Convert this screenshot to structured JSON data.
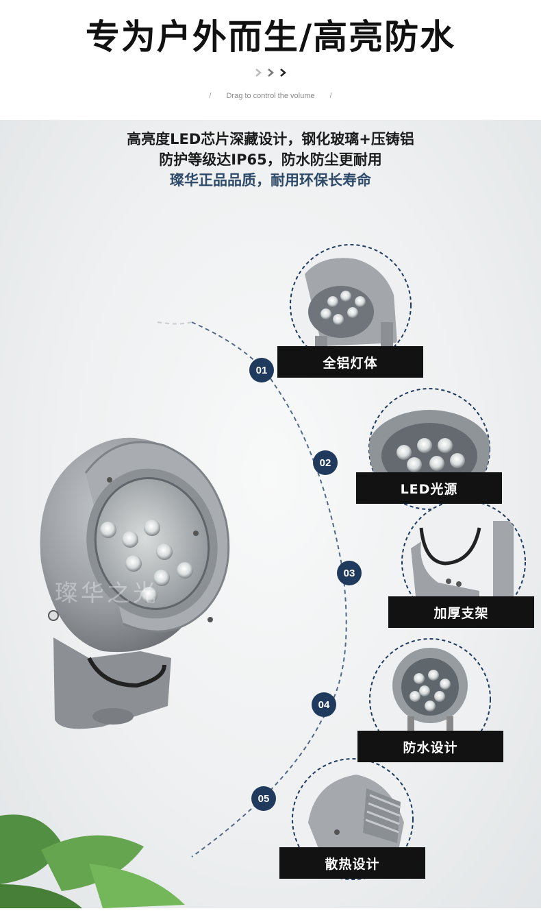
{
  "header": {
    "title": "专为户外而生/高亮防水",
    "chevrons": "› › ›",
    "drag_hint": "Drag  to control the  volume",
    "slash": "/"
  },
  "description": {
    "line1": "高亮度LED芯片深藏设计，钢化玻璃+压铸铝",
    "line2": "防护等级达IP65，防水防尘更耐用",
    "line3": "璨华正品品质，耐用环保长寿命"
  },
  "watermark": "璨华之光",
  "features": [
    {
      "number": "01",
      "label": "全铝灯体",
      "icon": "lamp-head-detail"
    },
    {
      "number": "02",
      "label": "LED光源",
      "icon": "led-array-detail"
    },
    {
      "number": "03",
      "label": "加厚支架",
      "icon": "bracket-detail"
    },
    {
      "number": "04",
      "label": "防水设计",
      "icon": "waterproof-detail"
    },
    {
      "number": "05",
      "label": "散热设计",
      "icon": "heatsink-detail"
    }
  ],
  "colors": {
    "accent": "#1f3a5c",
    "label_bg": "#121212",
    "description_highlight": "#2e4a6a"
  }
}
